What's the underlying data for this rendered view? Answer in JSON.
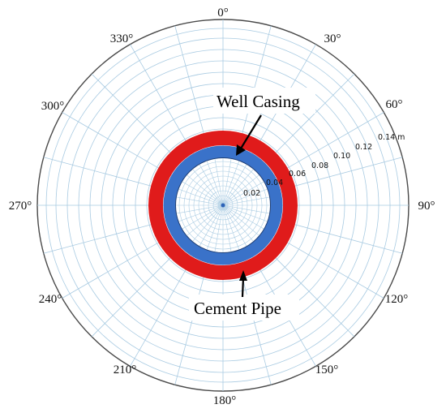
{
  "angle_labels": [
    "0°",
    "30°",
    "60°",
    "90°",
    "120°",
    "150°",
    "180°",
    "210°",
    "240°",
    "270°",
    "300°",
    "330°"
  ],
  "radial_labels": [
    "0.02",
    "0.04",
    "0.06",
    "0.08",
    "0.10",
    "0.12",
    "0.14 m"
  ],
  "annotations": {
    "well_casing": "Well Casing",
    "cement_pipe": "Cement Pipe"
  },
  "colors": {
    "grid": "#a9cbe2",
    "casing": "#3a72c9",
    "cement": "#e01b1b",
    "outer_ring": "#4a4a4a",
    "center_dot": "#2b63b8"
  },
  "icons": [
    "arrow-icon"
  ]
}
